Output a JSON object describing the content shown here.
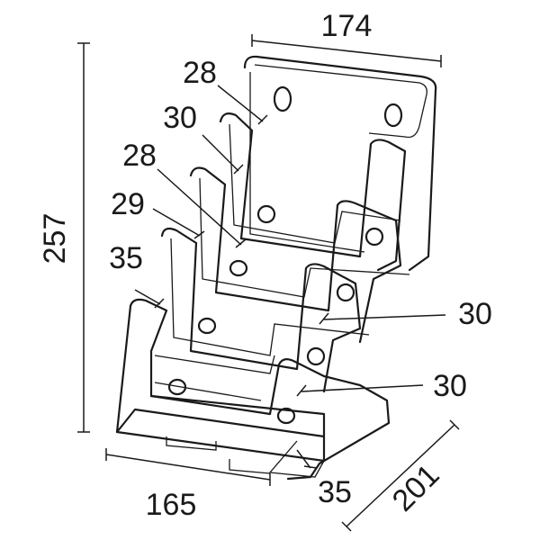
{
  "dimensions": {
    "width_top": "174",
    "height_total": "257",
    "width_bottom": "165",
    "depth": "201",
    "pocket_1_depth": "28",
    "pocket_2_depth": "30",
    "pocket_3_depth": "28",
    "pocket_4_depth": "29",
    "pocket_5_depth": "35",
    "step_right_upper": "30",
    "step_right_lower": "30",
    "base_step": "35"
  }
}
